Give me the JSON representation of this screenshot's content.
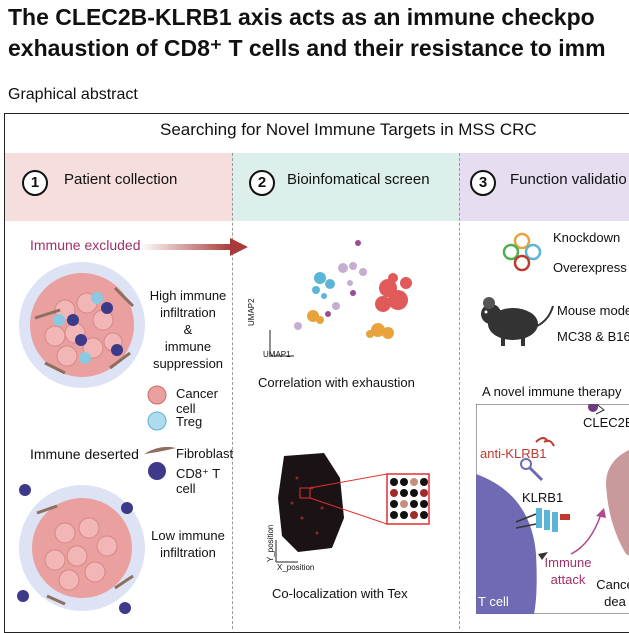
{
  "title_line1": "The CLEC2B-KLRB1 axis acts as an immune checkpo",
  "title_line2": "exhaustion of CD8⁺ T cells and their resistance to imm",
  "ga_label": "Graphical abstract",
  "frame_title": "Searching for Novel Immune Targets in MSS CRC",
  "stages": [
    {
      "num": "1",
      "label": "Patient collection"
    },
    {
      "num": "2",
      "label": "Bioinfomatical screen"
    },
    {
      "num": "3",
      "label": "Function validatio"
    }
  ],
  "col1": {
    "immune_excluded": "Immune excluded",
    "high_l1": "High immune",
    "high_l2": "infiltration",
    "high_l3": "&",
    "high_l4": "immune",
    "high_l5": "suppression",
    "legend_cancer_l1": "Cancer",
    "legend_cancer_l2": "cell",
    "legend_treg": "Treg",
    "immune_deserted": "Immune deserted",
    "legend_fibroblast": "Fibroblast",
    "legend_cd8_l1": "CD8⁺ T",
    "legend_cd8_l2": "cell",
    "low_l1": "Low immune",
    "low_l2": "infiltration"
  },
  "col2": {
    "umap_y": "UMAP2",
    "umap_x": "UMAP1",
    "corr": "Correlation with exhaustion",
    "ypos": "Y_position",
    "xpos": "X_position",
    "coloc": "Co-localization with Tex"
  },
  "col3": {
    "knockdown": "Knockdown",
    "overexpress": "Overexpress",
    "mouse_l1": "Mouse mode",
    "mouse_l2": "MC38 & B16",
    "therapy": "A novel immune therapy",
    "clec2b": "CLEC2B",
    "anti_klrb1": "anti-KLRB1",
    "klrb1": "KLRB1",
    "immune_l1": "Immune",
    "immune_l2": "attack",
    "cancer_l1": "Cance",
    "cancer_l2": "dea",
    "tcell": "T cell"
  }
}
